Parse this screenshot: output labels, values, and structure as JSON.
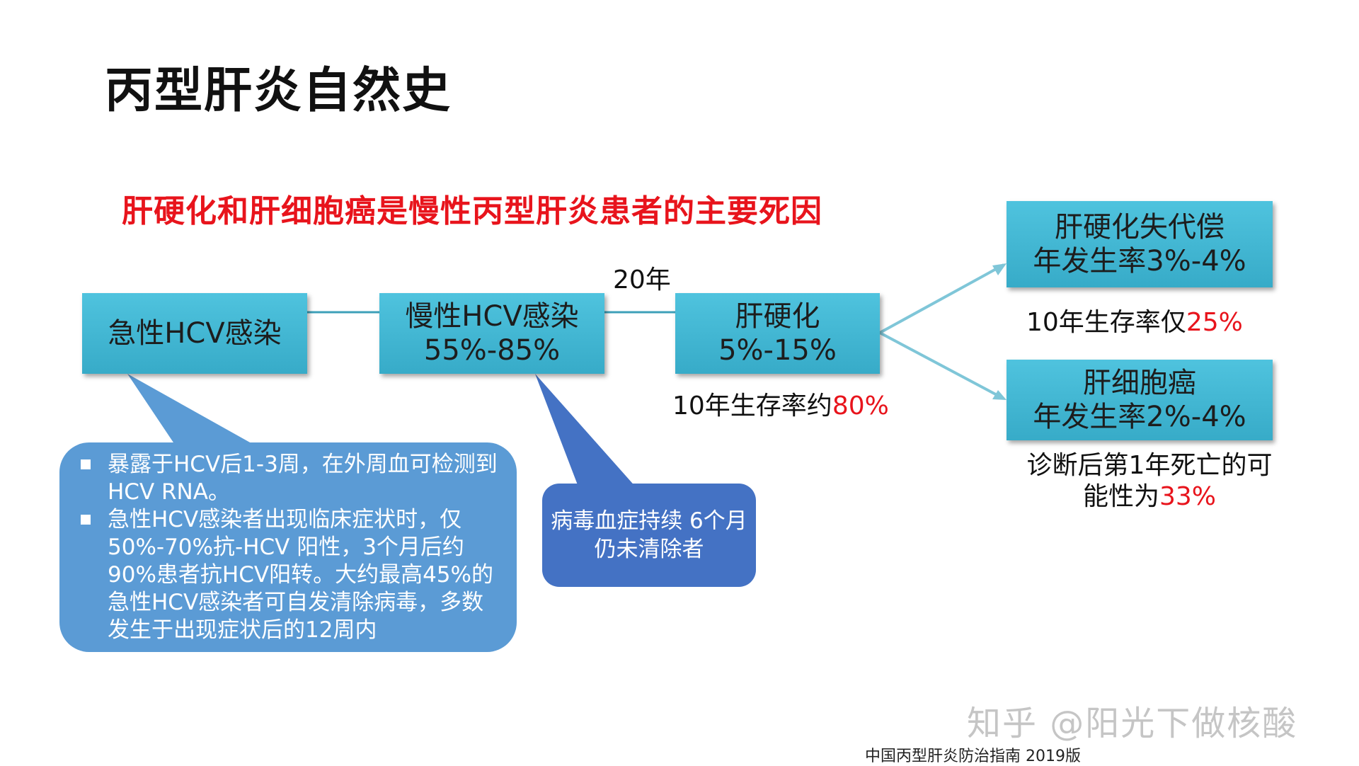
{
  "title": "丙型肝炎自然史",
  "subtitle": "肝硬化和肝细胞癌是慢性丙型肝炎患者的主要死因",
  "flow": {
    "acute_box": "急性HCV感染",
    "chronic_box": {
      "line1": "慢性HCV感染",
      "line2": "55%-85%"
    },
    "cirrhosis_box": {
      "line1": "肝硬化",
      "line2": "5%-15%"
    },
    "years_label": "20年",
    "cirrhosis_survival": {
      "text": "10年生存率约",
      "value": "80%"
    },
    "decompensation_box": {
      "line1": "肝硬化失代偿",
      "line2": "年发生率3%-4%"
    },
    "decompensation_survival": {
      "text": "10年生存率仅",
      "value": "25%"
    },
    "hcc_box": {
      "line1": "肝细胞癌",
      "line2": "年发生率2%-4%"
    },
    "hcc_note": {
      "line1": "诊断后第1年死亡的可",
      "line2_text": "能性为",
      "line2_value": "33%"
    }
  },
  "callouts": {
    "acute_notes": [
      "暴露于HCV后1-3周，在外周血可检测到HCV RNA。",
      "急性HCV感染者出现临床症状时，仅50%-70%抗-HCV 阳性，3个月后约90%患者抗HCV阳转。大约最高45%的急性HCV感染者可自发清除病毒，多数发生于出现症状后的12周内"
    ],
    "chronic_note": "病毒血症持续 6个月仍未清除者"
  },
  "watermark": "知乎 @阳光下做核酸",
  "source": "中国丙型肝炎防治指南 2019版",
  "colors": {
    "box_fill": "#4bc0dc",
    "callout_light": "#5b9bd5",
    "callout_dark": "#4472c4",
    "accent_red": "#e8141c",
    "connector": "#7fc6d8"
  }
}
